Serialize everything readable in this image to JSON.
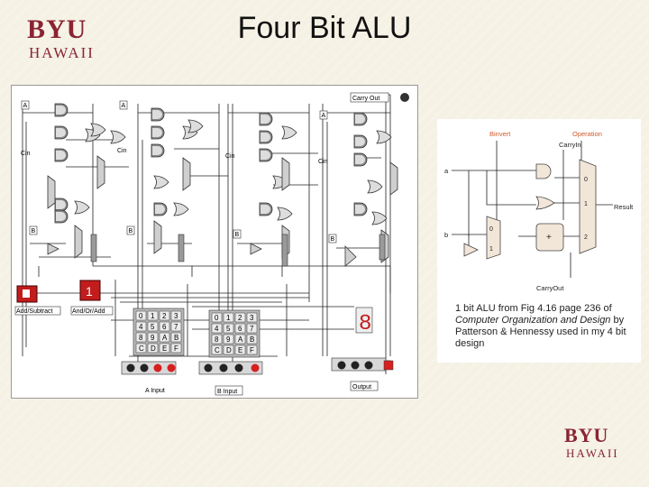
{
  "slide": {
    "title": "Four Bit ALU",
    "logo": {
      "word": "BYU",
      "sub": "HAWAII"
    }
  },
  "circuit": {
    "input_labels": [
      "A",
      "Cin",
      "B"
    ],
    "stage_labels": [
      "Cin",
      "Cin",
      "Cin"
    ],
    "carry_out_label": "Carry Out",
    "button_labels": [
      "Add/Subtract",
      "And/Or/Add"
    ],
    "keypad_keys": [
      "0",
      "1",
      "2",
      "3",
      "4",
      "5",
      "6",
      "7",
      "8",
      "9",
      "A",
      "B",
      "C",
      "D",
      "E",
      "F"
    ],
    "bottom_labels": [
      "A Input",
      "B Input",
      "Output"
    ],
    "display_digit": "8"
  },
  "reference": {
    "labels": {
      "binvert": "Binvert",
      "operation": "Operation",
      "carryin": "CarryIn",
      "a": "a",
      "b": "b",
      "result": "Result",
      "carryout": "CarryOut",
      "mux_in": [
        "0",
        "1",
        "2"
      ],
      "bmux_in": [
        "0",
        "1"
      ]
    },
    "caption": {
      "p1": "1 bit ALU from Fig 4.16 page 236 of ",
      "italic": "Computer Organization and Design",
      "p2": " by Patterson & Hennessy used in my 4 bit design"
    }
  },
  "colors": {
    "brand": "#8a2433",
    "accent_red": "#cc2020",
    "ref_orange": "#d15a2a"
  }
}
